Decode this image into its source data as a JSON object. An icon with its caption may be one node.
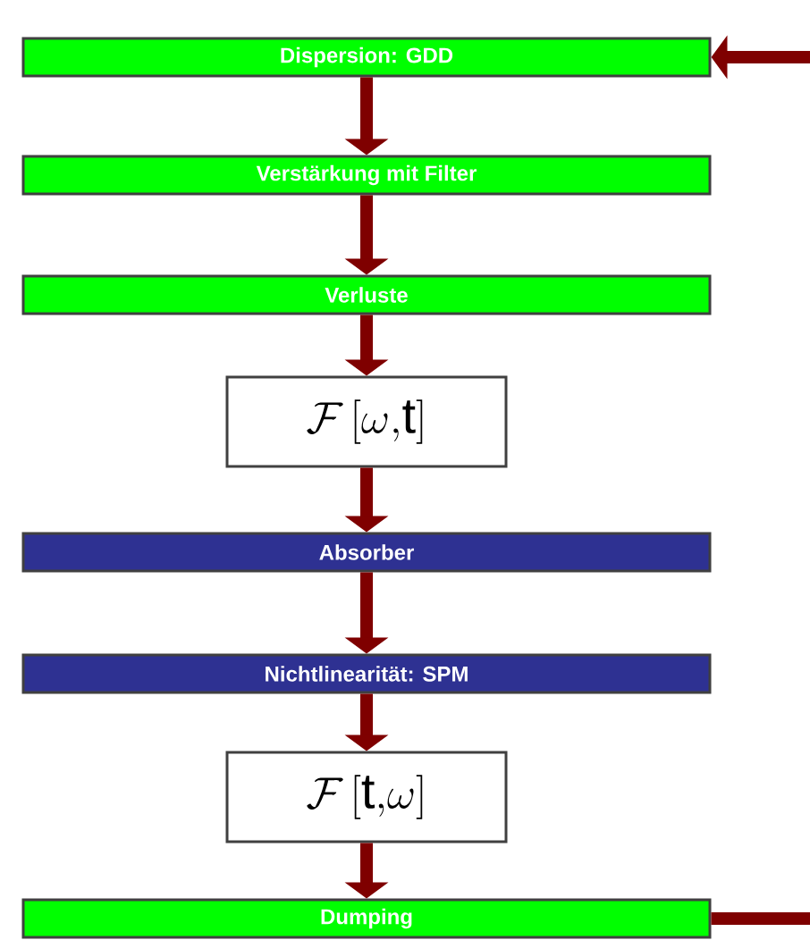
{
  "diagram": {
    "nodes": [
      {
        "text": [
          "Dispersion: GDD"
        ]
      },
      {
        "text": [
          "Verstärkung mit Filter"
        ]
      },
      {
        "text": [
          "Verluste"
        ]
      },
      {
        "text": [
          "\\mathcal{F}\\,[\\omega{,}\\mathrm{t}]"
        ]
      },
      {
        "text": [
          "Absorber"
        ]
      },
      {
        "text": [
          "Nichtlinearität: SPM"
        ]
      },
      {
        "text": [
          "\\mathcal{F}\\,[\\mathrm{t}{,}\\omega]"
        ]
      },
      {
        "text": [
          "Dumping"
        ]
      }
    ],
    "edges": [
      {
        "from": null,
        "to": 0,
        "arrow": "to"
      },
      {
        "from": 0,
        "to": 1,
        "arrow": "to"
      },
      {
        "from": 1,
        "to": 2,
        "arrow": "to"
      },
      {
        "from": 2,
        "to": 3,
        "arrow": "to"
      },
      {
        "from": 3,
        "to": 4,
        "arrow": "to"
      },
      {
        "from": 4,
        "to": 5,
        "arrow": "to"
      },
      {
        "from": 5,
        "to": 6,
        "arrow": "to"
      },
      {
        "from": 6,
        "to": 7,
        "arrow": "to"
      },
      {
        "from": 7,
        "to": null,
        "arrow": "none"
      }
    ]
  }
}
